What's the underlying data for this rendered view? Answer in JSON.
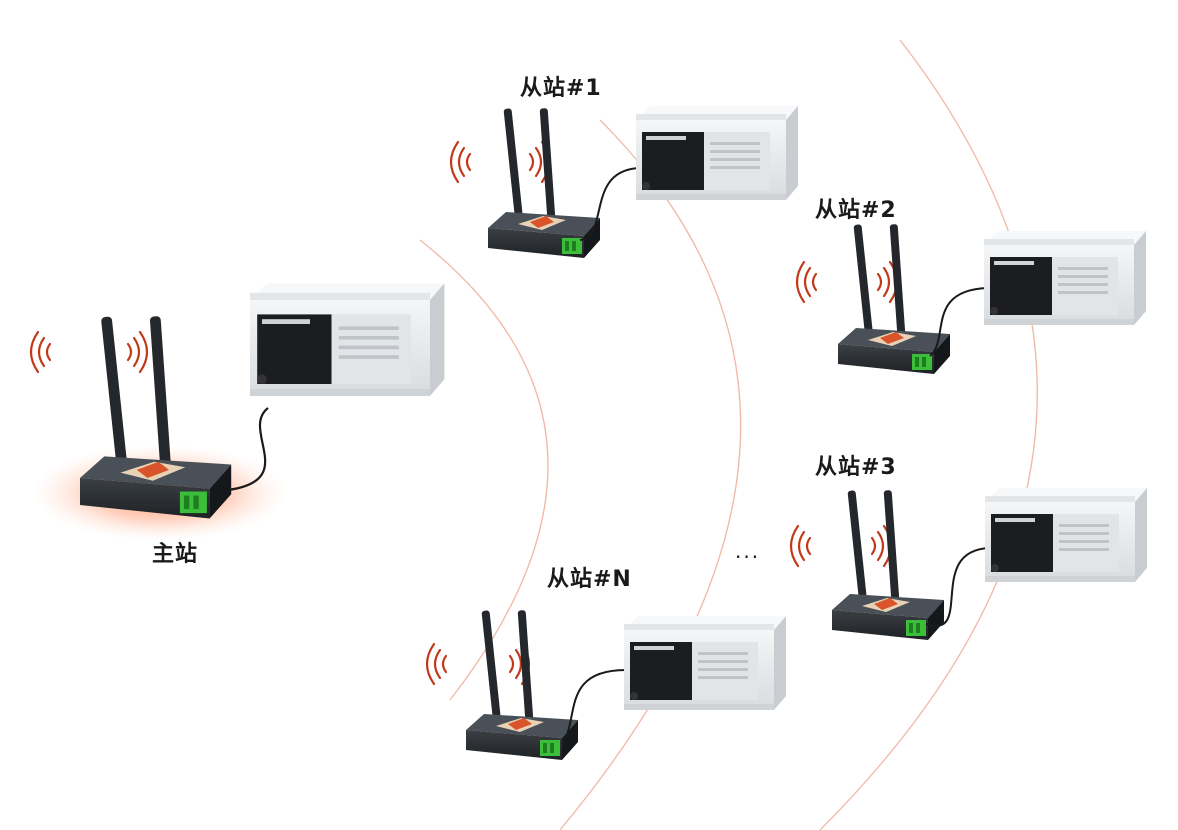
{
  "labels": {
    "master": "主站",
    "slave1": "从站#1",
    "slave2": "从站#2",
    "slave3": "从站#3",
    "slaveN": "从站#N",
    "ellipsis": "···"
  },
  "colors": {
    "arc": "#f0b9a6",
    "glow": "#ff6a3d",
    "gateway_body": "#2b2f33",
    "terminal_green": "#3bbf3b",
    "plc_body": "#e9ecef",
    "plc_panel": "#1b1d20",
    "cable": "#1a1a1a",
    "wifi": "#c23a1a"
  },
  "icons": {
    "wifi": "wifi-wave-icon",
    "gateway": "wireless-gateway-icon",
    "plc": "plc-controller-icon"
  }
}
